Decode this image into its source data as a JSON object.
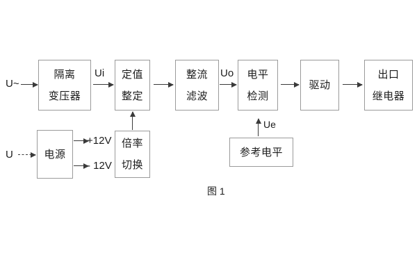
{
  "diagram": {
    "caption": "图 1",
    "blocks": [
      {
        "id": "isolation-transformer",
        "lines": [
          "隔离",
          "变压器"
        ]
      },
      {
        "id": "setting-value",
        "lines": [
          "定值",
          "整定"
        ]
      },
      {
        "id": "rectify-filter",
        "lines": [
          "整流",
          "滤波"
        ]
      },
      {
        "id": "level-detection",
        "lines": [
          "电平",
          "检测"
        ]
      },
      {
        "id": "drive",
        "lines": [
          "驱动"
        ]
      },
      {
        "id": "output-relay",
        "lines": [
          "出口",
          "继电器"
        ]
      },
      {
        "id": "power-supply",
        "lines": [
          "电源"
        ]
      },
      {
        "id": "multiplier-switch",
        "lines": [
          "倍率",
          "切换"
        ]
      },
      {
        "id": "reference-level",
        "lines": [
          "参考电平"
        ]
      }
    ],
    "labels": {
      "ac_input": "U~",
      "dc_input": "U",
      "ui": "Ui",
      "uo": "Uo",
      "ue": "Ue",
      "supply_positive": "+12V",
      "supply_negative": "- 12V"
    },
    "colors": {
      "box_border": "#9a9a9a",
      "line": "#3a3a3a",
      "text": "#1c1c1c",
      "background": "#ffffff"
    }
  }
}
